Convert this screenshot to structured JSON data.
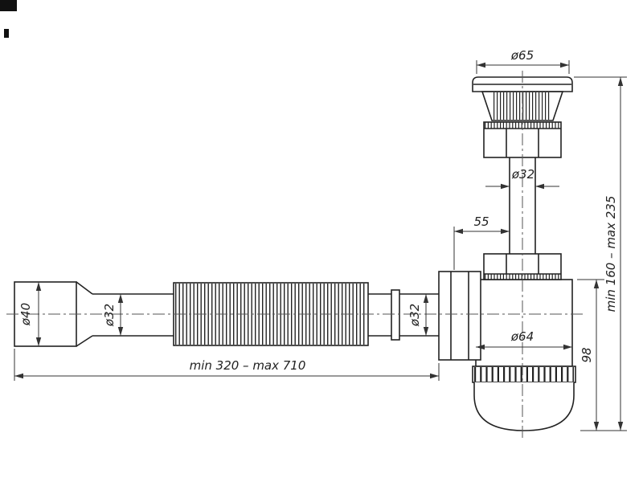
{
  "page": {
    "background": "#ffffff"
  },
  "drawing": {
    "kind": "technical dimension drawing",
    "subject": "sink bottle trap (siphon) with flexible corrugated waste pipe and strainer",
    "colors": {
      "outline": "#222222",
      "dimension_lines": "#333333",
      "centerline": "#555555",
      "text": "#222222",
      "background": "#ffffff"
    },
    "labels": {
      "strainer_diameter": "ø65",
      "tail_pipe_diameter": "ø32",
      "inlet_offset": "55",
      "height_range": "min 160 – max 235",
      "trap_height": "98",
      "trap_diameter": "ø64",
      "length_range": "min 320 – max 710",
      "outlet_diameter": "ø40",
      "pipe_diameter_left": "ø32",
      "pipe_diameter_right": "ø32"
    }
  }
}
